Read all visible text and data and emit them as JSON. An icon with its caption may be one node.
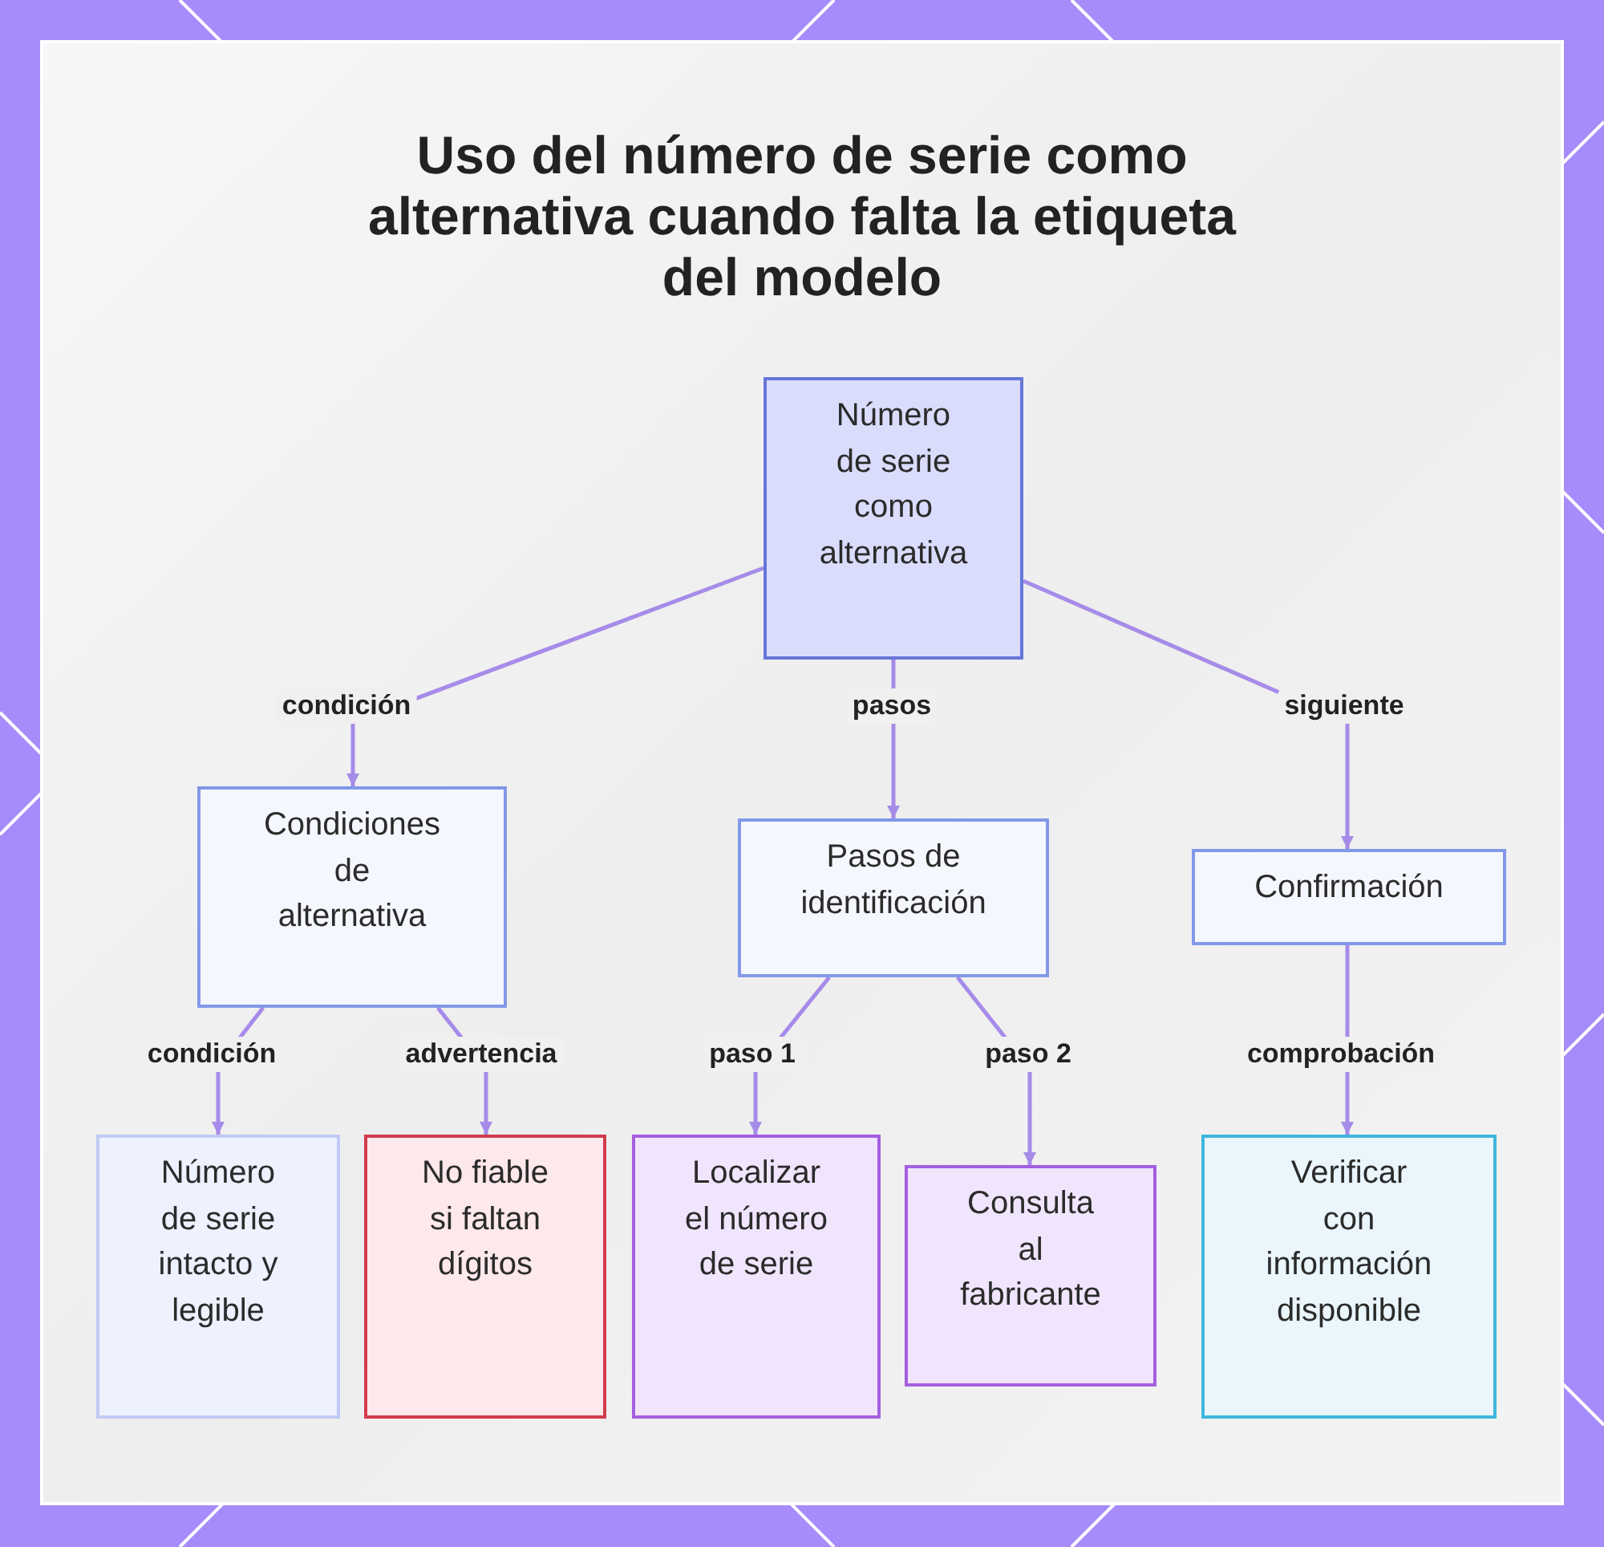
{
  "diagram": {
    "title": "Uso del número de serie como alternativa cuando falta la etiqueta del modelo",
    "nodes": [
      {
        "text": [
          "Número de serie como alternativa"
        ]
      },
      {
        "text": [
          "Condiciones de alternativa"
        ]
      },
      {
        "text": [
          "Pasos de identificación"
        ]
      },
      {
        "text": [
          "Confirmación"
        ]
      },
      {
        "text": [
          "Número de serie intacto y legible"
        ]
      },
      {
        "text": [
          "No fiable si faltan dígitos"
        ]
      },
      {
        "text": [
          "Localizar el número de serie"
        ]
      },
      {
        "text": [
          "Consulta al fabricante"
        ]
      },
      {
        "text": [
          "Verificar con información disponible"
        ]
      }
    ],
    "edges": [
      {
        "from": 0,
        "to": 1,
        "arrow": "to",
        "label": "condición"
      },
      {
        "from": 0,
        "to": 2,
        "arrow": "to",
        "label": "pasos"
      },
      {
        "from": 0,
        "to": 3,
        "arrow": "to",
        "label": "siguiente"
      },
      {
        "from": 1,
        "to": 4,
        "arrow": "to",
        "label": "condición"
      },
      {
        "from": 1,
        "to": 5,
        "arrow": "to",
        "label": "advertencia"
      },
      {
        "from": 2,
        "to": 6,
        "arrow": "to",
        "label": "paso 1"
      },
      {
        "from": 2,
        "to": 7,
        "arrow": "to",
        "label": "paso 2"
      },
      {
        "from": 3,
        "to": 8,
        "arrow": "to",
        "label": "comprobación"
      }
    ]
  }
}
